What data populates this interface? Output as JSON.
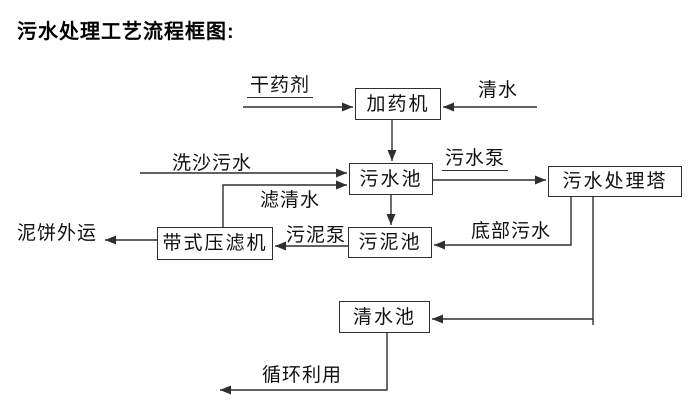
{
  "title": "污水处理工艺流程框图:",
  "diagram": {
    "nodes": [
      {
        "id": "dosing-machine",
        "label": "加药机"
      },
      {
        "id": "sewage-pool",
        "label": "污水池"
      },
      {
        "id": "treatment-tower",
        "label": "污水处理塔"
      },
      {
        "id": "belt-filter-press",
        "label": "带式压滤机"
      },
      {
        "id": "sludge-pool",
        "label": "污泥池"
      },
      {
        "id": "clean-water-pool",
        "label": "清水池"
      }
    ],
    "edge_labels": [
      {
        "id": "dry-agent",
        "label": "干药剂"
      },
      {
        "id": "clean-water",
        "label": "清水"
      },
      {
        "id": "sand-washing-sewage",
        "label": "洗沙污水"
      },
      {
        "id": "filtered-water",
        "label": "滤清水"
      },
      {
        "id": "sewage-pump",
        "label": "污水泵"
      },
      {
        "id": "sludge-pump",
        "label": "污泥泵"
      },
      {
        "id": "mud-cake-outbound",
        "label": "泥饼外运"
      },
      {
        "id": "bottom-sewage",
        "label": "底部污水"
      },
      {
        "id": "recycle-reuse",
        "label": "循环利用"
      }
    ],
    "colors": {
      "line": "#2f2f2f",
      "box_border": "#2f2f2f",
      "text": "#111111",
      "background": "#ffffff"
    }
  }
}
